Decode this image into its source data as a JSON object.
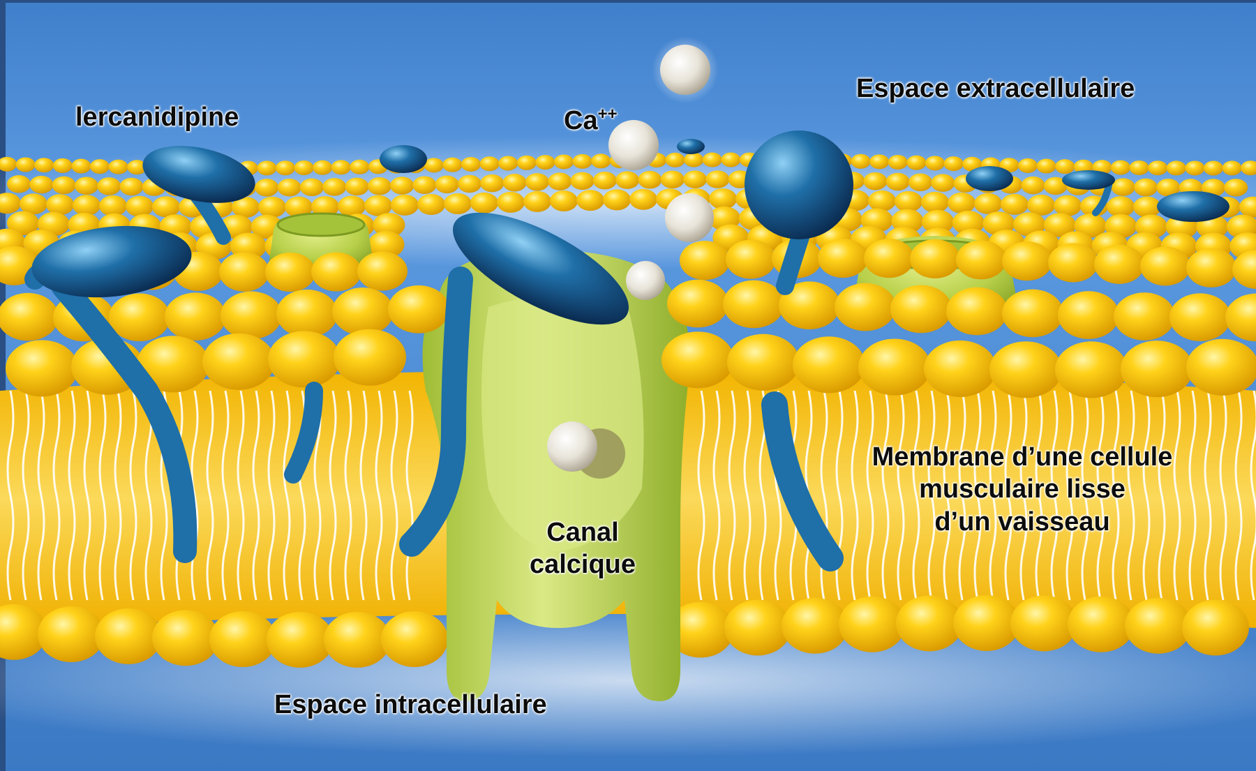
{
  "labels": {
    "drug": "lercanidipine",
    "ion": "Ca",
    "ion_charge": "++",
    "extracellular": "Espace extracellulaire",
    "intracellular": "Espace intracellulaire",
    "channel_line1": "Canal",
    "channel_line2": "calcique",
    "membrane_line1": "Membrane d’une cellule",
    "membrane_line2": "musculaire lisse",
    "membrane_line3": "d’un vaisseau"
  },
  "colors": {
    "background_blue": "#4f8fd6",
    "phospholipid_head": "#f5c400",
    "channel_green": "#b6cf44",
    "drug_blue": "#1f6fa8",
    "calcium_ion": "#e9e6dd"
  }
}
